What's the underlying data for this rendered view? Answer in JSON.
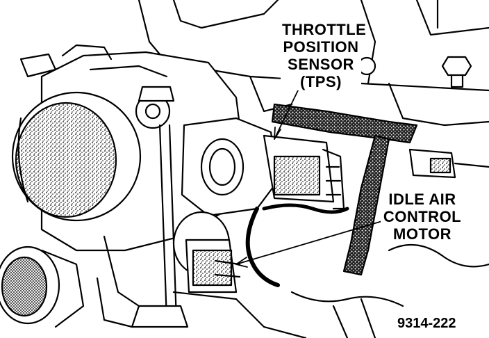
{
  "callouts": {
    "tps": {
      "lines": [
        "THROTTLE",
        "POSITION",
        "SENSOR",
        "(TPS)"
      ]
    },
    "iac": {
      "lines": [
        "IDLE AIR",
        "CONTROL",
        "MOTOR"
      ]
    }
  },
  "figure_number": "9314-222"
}
